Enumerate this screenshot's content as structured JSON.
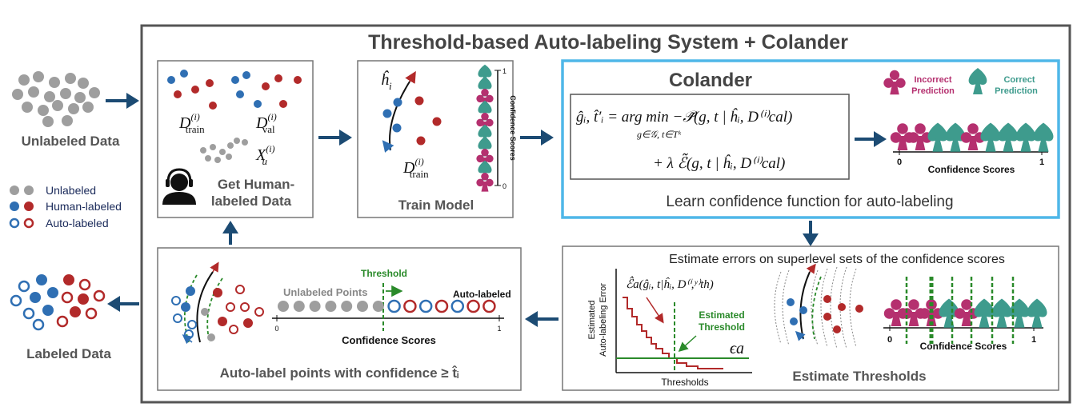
{
  "title": "Threshold-based Auto-labeling System + Colander",
  "left": {
    "unlabeled": "Unlabeled Data",
    "labeled": "Labeled Data",
    "legend": [
      "Unlabeled",
      "Human-labeled",
      "Auto-labeled"
    ]
  },
  "human": {
    "d_train": "D",
    "d_train_sup": "(i)",
    "d_train_sub": "train",
    "d_val": "D",
    "d_val_sup": "(i)",
    "d_val_sub": "val",
    "x_u": "X",
    "x_u_sup": "(i)",
    "x_u_sub": "u",
    "label1": "Get Human-",
    "label2": "labeled Data",
    "icon": "person-headset-icon"
  },
  "train": {
    "h_hat": "ĥ",
    "h_sub": "i",
    "d": "D",
    "d_sup": "(i)",
    "d_sub": "train",
    "axis": "Confidence Scores",
    "tick_top": "1",
    "tick_bottom": "0",
    "label": "Train Model"
  },
  "colander": {
    "title": "Colander",
    "eq1": "ĝᵢ, t̂′ᵢ = arg min −𝒫̃(g, t | ĥᵢ, D⁽ⁱ⁾cal)",
    "eq_under": "g∈𝒢, t∈Tᵏ",
    "eq2": "+ λ ℰ̃(g, t | ĥᵢ, D⁽ⁱ⁾cal)",
    "caption": "Learn confidence function for auto-labeling",
    "legend_incorrect_1": "Incorrect",
    "legend_incorrect_2": "Prediction",
    "legend_correct_1": "Correct",
    "legend_correct_2": "Prediction",
    "axis": "Confidence Scores",
    "tick0": "0",
    "tick1": "1"
  },
  "estimate": {
    "title": "Estimate errors on superlevel sets of the confidence scores",
    "ylabel_1": "Estimated",
    "ylabel_2": "Auto-labeling Error",
    "formula": "ℰ̂a(ĝᵢ, t|ĥᵢ, D⁽ⁱ,ʸ⁾th)",
    "est_1": "Estimated",
    "est_2": "Threshold",
    "eps": "ϵa",
    "xlabel": "Thresholds",
    "axis": "Confidence Scores",
    "tick0": "0",
    "tick1": "1",
    "label": "Estimate Thresholds"
  },
  "auto": {
    "unlabeled_points": "Unlabeled Points",
    "threshold": "Threshold",
    "auto_labeled": "Auto-labeled",
    "axis": "Confidence Scores",
    "tick0": "0",
    "tick1": "1",
    "label": "Auto-label points with confidence ≥ t̂ᵢ"
  },
  "colors": {
    "gray": "#9e9e9e",
    "blue": "#2f6fb3",
    "red": "#b22a2a",
    "magenta": "#b5306f",
    "teal": "#3e9b8d",
    "arrow": "#1c4b73",
    "cyan_border": "#4fb7e8",
    "green": "#2a8a2a"
  }
}
